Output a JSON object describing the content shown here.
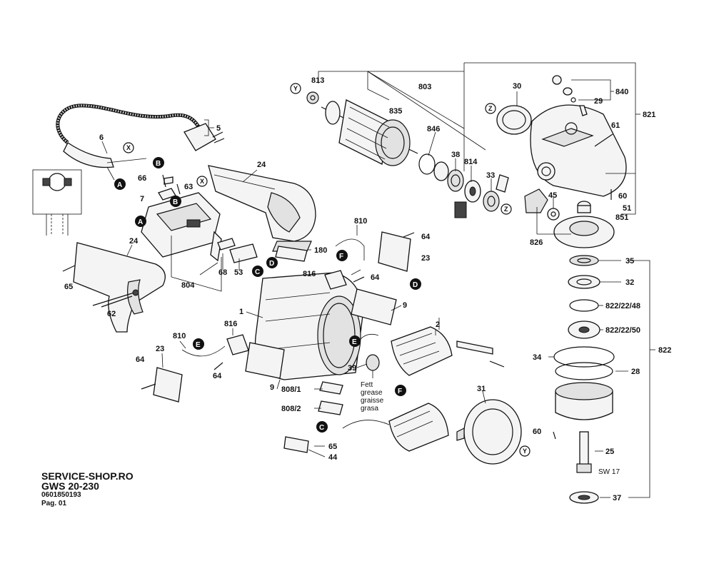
{
  "footer": {
    "shop": "SERVICE-SHOP.RO",
    "model": "GWS 20-230",
    "article": "0601850193",
    "page": "Pag. 01"
  },
  "parts": {
    "p813": "813",
    "p803": "803",
    "p835": "835",
    "p30": "30",
    "p840": "840",
    "p29": "29",
    "p821": "821",
    "p61": "61",
    "p846": "846",
    "p38": "38",
    "p814": "814",
    "p33": "33",
    "p5": "5",
    "p6": "6",
    "p24a": "24",
    "p66": "66",
    "p63": "63",
    "p7": "7",
    "p45": "45",
    "p60a": "60",
    "p51": "51",
    "p851": "851",
    "p826": "826",
    "p810a": "810",
    "p64a": "64",
    "p23a": "23",
    "p180": "180",
    "p24b": "24",
    "p65a": "65",
    "p62": "62",
    "p804": "804",
    "p68": "68",
    "p53": "53",
    "p816a": "816",
    "p64b": "64",
    "p1": "1",
    "p9a": "9",
    "p35": "35",
    "p32": "32",
    "p822_48": "822/22/48",
    "p822_50": "822/22/50",
    "p822": "822",
    "p34": "34",
    "p28": "28",
    "p810b": "810",
    "p816b": "816",
    "p23b": "23",
    "p64c": "64",
    "p64d": "64",
    "p9b": "9",
    "p39": "39",
    "p2": "2",
    "p31": "31",
    "p808_1": "808/1",
    "p808_2": "808/2",
    "p60b": "60",
    "p25": "25",
    "p65b": "65",
    "p44": "44",
    "p37": "37"
  },
  "notes": {
    "grease": [
      "Fett",
      "grease",
      "graisse",
      "grasa"
    ],
    "sw": "SW 17"
  },
  "connectors": {
    "A": "A",
    "B": "B",
    "C": "C",
    "D": "D",
    "E": "E",
    "F": "F",
    "X": "X",
    "Y": "Y",
    "Z": "Z"
  }
}
